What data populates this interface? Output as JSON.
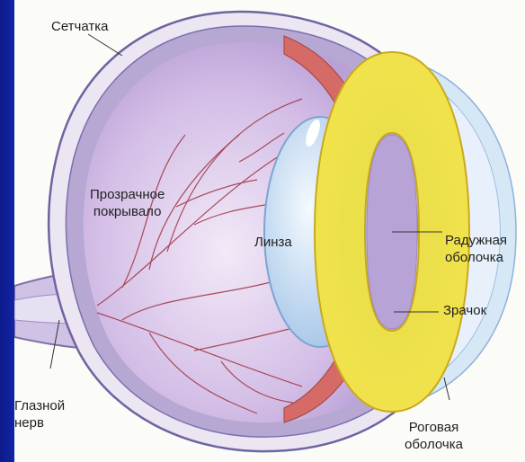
{
  "diagram": {
    "labels": {
      "retina": "Сетчатка",
      "vitreous_line1": "Прозрачное",
      "vitreous_line2": "покрывало",
      "lens": "Линза",
      "iris_line1": "Радужная",
      "iris_line2": "оболочка",
      "pupil": "Зрачок",
      "optic_nerve_line1": "Глазной",
      "optic_nerve_line2": "нерв",
      "cornea_line1": "Роговая",
      "cornea_line2": "оболочка"
    },
    "colors": {
      "slide_background": "#0a1878",
      "sclera": "#e9e4f0",
      "choroid": "#b6a8d2",
      "vitreous": "#d9c7ea",
      "ciliary_muscle": "#d66a66",
      "lens": "#bcd8f0",
      "iris": "#f1e04a",
      "pupil": "#b7a3d6",
      "cornea": "#d6e7f6",
      "vessels": "#a8475a"
    }
  }
}
